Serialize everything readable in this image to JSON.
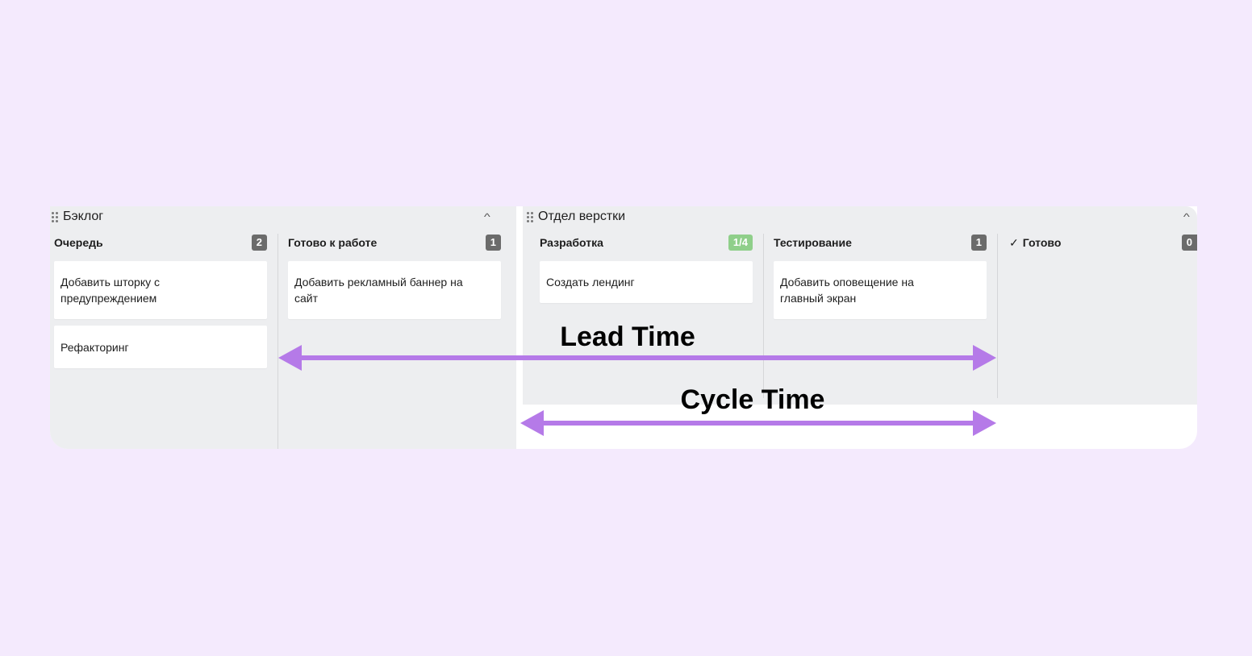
{
  "groups": [
    {
      "title": "Бэклог",
      "columns": [
        {
          "title": "Очередь",
          "count": "2",
          "cards": [
            "Добавить шторку с предупреждением",
            "Рефакторинг"
          ]
        },
        {
          "title": "Готово к работе",
          "count": "1",
          "cards": [
            "Добавить рекламный баннер на сайт"
          ]
        }
      ]
    },
    {
      "title": "Отдел верстки",
      "columns": [
        {
          "title": "Разработка",
          "count": "1/4",
          "cards": [
            "Создать лендинг"
          ]
        },
        {
          "title": "Тестирование",
          "count": "1",
          "cards": [
            "Добавить оповещение на главный экран"
          ]
        },
        {
          "title": "Готово",
          "count": "0",
          "cards": []
        }
      ]
    }
  ],
  "annotations": {
    "lead_time": "Lead Time",
    "cycle_time": "Cycle Time"
  },
  "colors": {
    "background": "#f4eafd",
    "arrow": "#b57ae8",
    "wip_ok": "#8fcf8a",
    "badge": "#6b6b6b"
  }
}
